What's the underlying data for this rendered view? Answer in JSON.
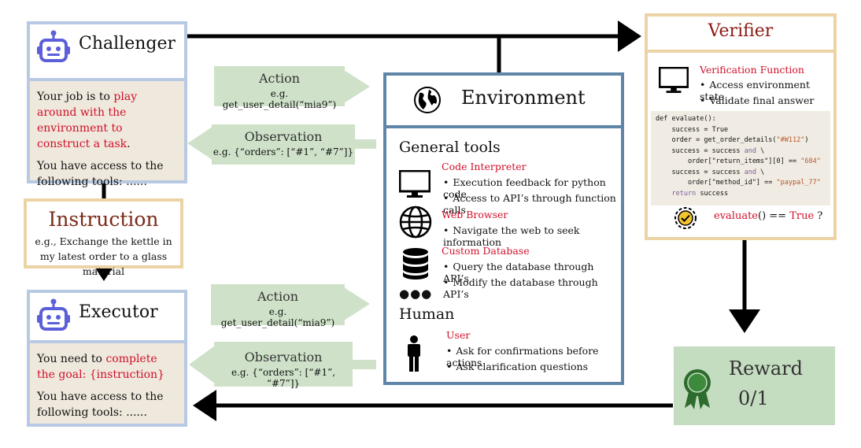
{
  "challenger": {
    "title": "Challenger",
    "line1_pre": "Your job is to ",
    "line1_red": "play around with the environment to construct a task",
    "line1_post": ".",
    "line2": "You have access to the following tools: ......"
  },
  "instruction": {
    "title": "Instruction",
    "text": "e.g., Exchange the kettle in my latest order to a glass material"
  },
  "executor": {
    "title": "Executor",
    "line1_pre": "You need to ",
    "line1_red": "complete the goal: {instruction}",
    "line2": "You have access to the following tools: ......"
  },
  "action_top": {
    "label": "Action",
    "example": "e.g. get_user_detail(“mia9”)"
  },
  "observation_top": {
    "label": "Observation",
    "example": "e.g. {“orders”: [“#1”, “#7”]}"
  },
  "action_bottom": {
    "label": "Action",
    "example": "e.g. get_user_detail(“mia9”)"
  },
  "observation_bottom": {
    "label": "Observation",
    "example": "e.g. {“orders”: [“#1”, “#7”]}"
  },
  "environment": {
    "title": "Environment",
    "general_tools": "General tools",
    "code_interpreter": {
      "name": "Code Interpreter",
      "bullets": [
        "Execution feedback for python code",
        "Access to API’s through function calls"
      ]
    },
    "web_browser": {
      "name": "Web Browser",
      "bullets": [
        "Navigate the web to seek information"
      ]
    },
    "custom_database": {
      "name": "Custom Database",
      "bullets": [
        "Query the database through API’s",
        "Modify the database through API’s"
      ]
    },
    "ellipsis": "●●●",
    "human": "Human",
    "user": {
      "name": "User",
      "bullets": [
        "Ask for confirmations before actions",
        "Ask clarification questions"
      ]
    }
  },
  "verifier": {
    "title": "Verifier",
    "function_title": "Verification Function",
    "bullets": [
      "Access environment state",
      "Validate final answer"
    ],
    "code": {
      "l1": "def evaluate():",
      "l2": "    success = True",
      "l3a": "    order = get_order_details(",
      "l3b": "\"#W112\"",
      "l3c": ")",
      "l4a": "    success = success ",
      "l4b": "and",
      "l4c": " \\",
      "l5a": "        order[\"return_items\"][0] == ",
      "l5b": "\"684\"",
      "l6a": "    success = success ",
      "l6b": "and",
      "l6c": " \\",
      "l7a": "        order[\"method_id\"] == ",
      "l7b": "\"paypal_77\"",
      "l8a": "    ",
      "l8b": "return",
      "l8c": " success"
    },
    "check_pre": "evaluate",
    "check_mid": "() == ",
    "check_true": "True",
    "check_post": " ?"
  },
  "reward": {
    "title": "Reward",
    "value": "0/1"
  },
  "colors": {
    "red": "#d0102a",
    "blue_border": "#b8c9e3",
    "env_border": "#5f86a8",
    "tan_border": "#ecd3a6",
    "green": "#cfe2c9",
    "robot": "#5b5fd8"
  }
}
